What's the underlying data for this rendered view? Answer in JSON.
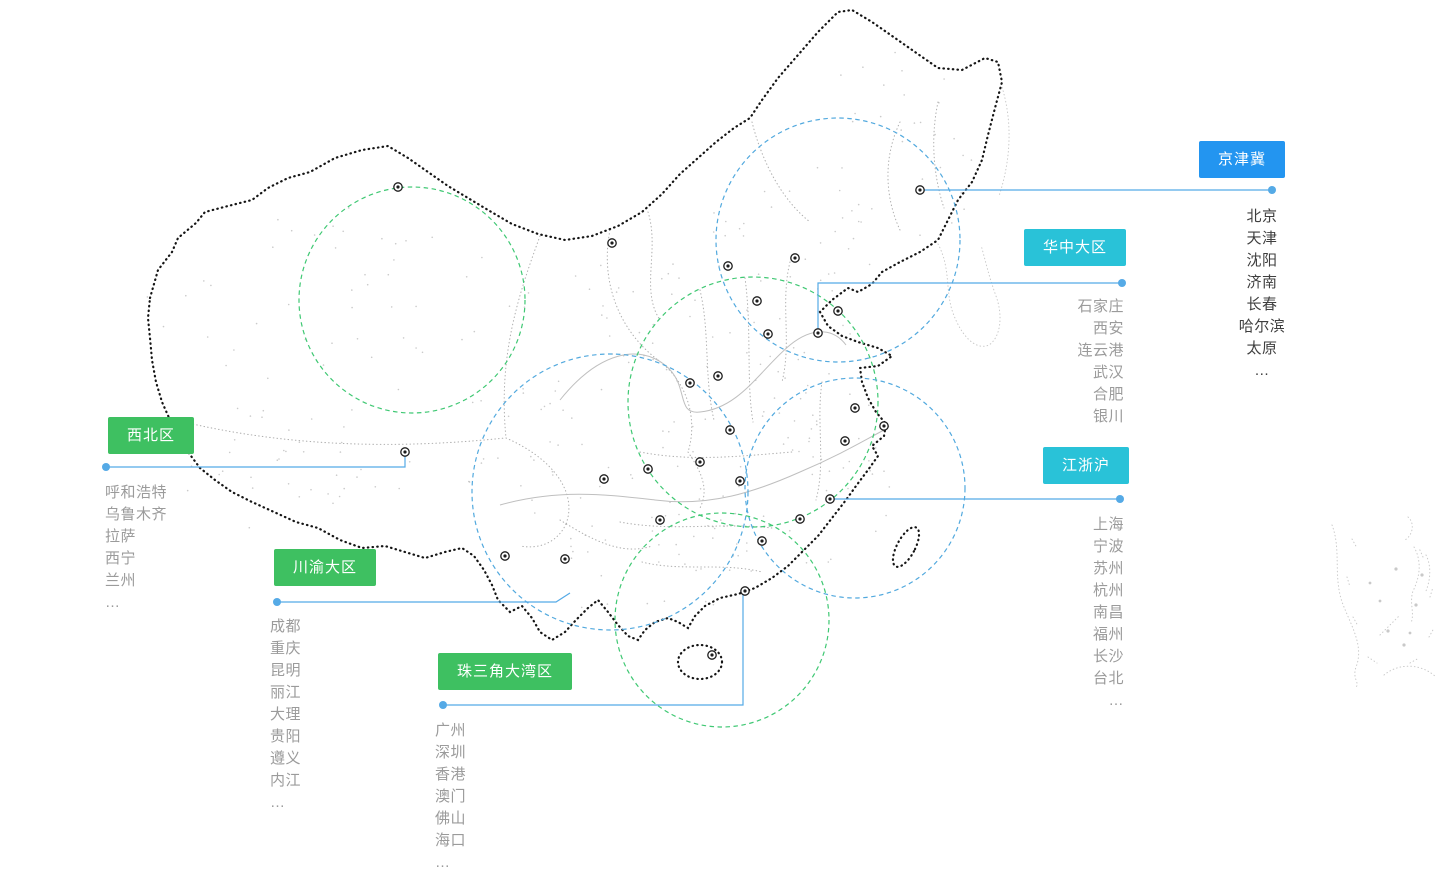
{
  "regions": [
    {
      "id": "jingjinji",
      "label": "京津冀",
      "color": "#2395F0",
      "cities": [
        "北京",
        "天津",
        "沈阳",
        "济南",
        "长春",
        "哈尔滨",
        "太原",
        "…"
      ]
    },
    {
      "id": "huazhong",
      "label": "华中大区",
      "color": "#29C2D8",
      "cities": [
        "石家庄",
        "西安",
        "连云港",
        "武汉",
        "合肥",
        "银川"
      ]
    },
    {
      "id": "xibei",
      "label": "西北区",
      "color": "#3EC061",
      "cities": [
        "呼和浩特",
        "乌鲁木齐",
        "拉萨",
        "西宁",
        "兰州",
        "…"
      ]
    },
    {
      "id": "chuanyu",
      "label": "川渝大区",
      "color": "#3EC061",
      "cities": [
        "成都",
        "重庆",
        "昆明",
        "丽江",
        "大理",
        "贵阳",
        "遵义",
        "内江",
        "…"
      ]
    },
    {
      "id": "zhusanjiao",
      "label": "珠三角大湾区",
      "color": "#3EC061",
      "cities": [
        "广州",
        "深圳",
        "香港",
        "澳门",
        "佛山",
        "海口",
        "…"
      ]
    },
    {
      "id": "jiangzhehu",
      "label": "江浙沪",
      "color": "#29C2D8",
      "cities": [
        "上海",
        "宁波",
        "苏州",
        "杭州",
        "南昌",
        "福州",
        "长沙",
        "台北",
        "…"
      ]
    }
  ],
  "colors": {
    "connector": "#55AAE6",
    "circle_blue": "#52A9DE",
    "circle_green": "#3FC873",
    "map_outline": "#151515",
    "city_text": "#9B9B9B",
    "city_text_dark": "#3F3F3F"
  }
}
